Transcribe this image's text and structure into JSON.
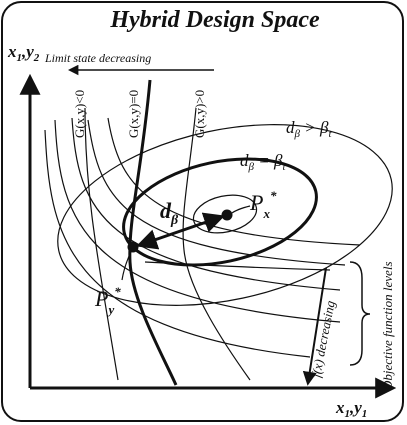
{
  "diagram": {
    "title": "Hybrid Design Space",
    "y_axis": {
      "label": "x",
      "sub1": "1",
      "comma": ",",
      "var": "y",
      "sub2": "2"
    },
    "x_axis": {
      "label": "x",
      "sub1": "1",
      "comma": ",",
      "var": "y",
      "sub2": "1"
    },
    "limit_state_label": "Limit state decreasing",
    "constraints": [
      "G(x,y)<0",
      "G(x,y)=0",
      "G(x,y)>0"
    ],
    "reliability": {
      "outer": {
        "d": "d",
        "sub": "β",
        "rel": " > β",
        "relsub": "t"
      },
      "target": {
        "d": "d",
        "sub": "β",
        "rel": " = β",
        "relsub": "t"
      },
      "distance": {
        "d": "d",
        "sub": "β"
      }
    },
    "points": {
      "px": {
        "p": "P",
        "sub": "x",
        "sup": "*"
      },
      "py": {
        "p": "P",
        "sub": "y",
        "sup": "*"
      }
    },
    "objective_decreasing": "f(x) decreasing",
    "objective_levels": "Objective function levels"
  }
}
